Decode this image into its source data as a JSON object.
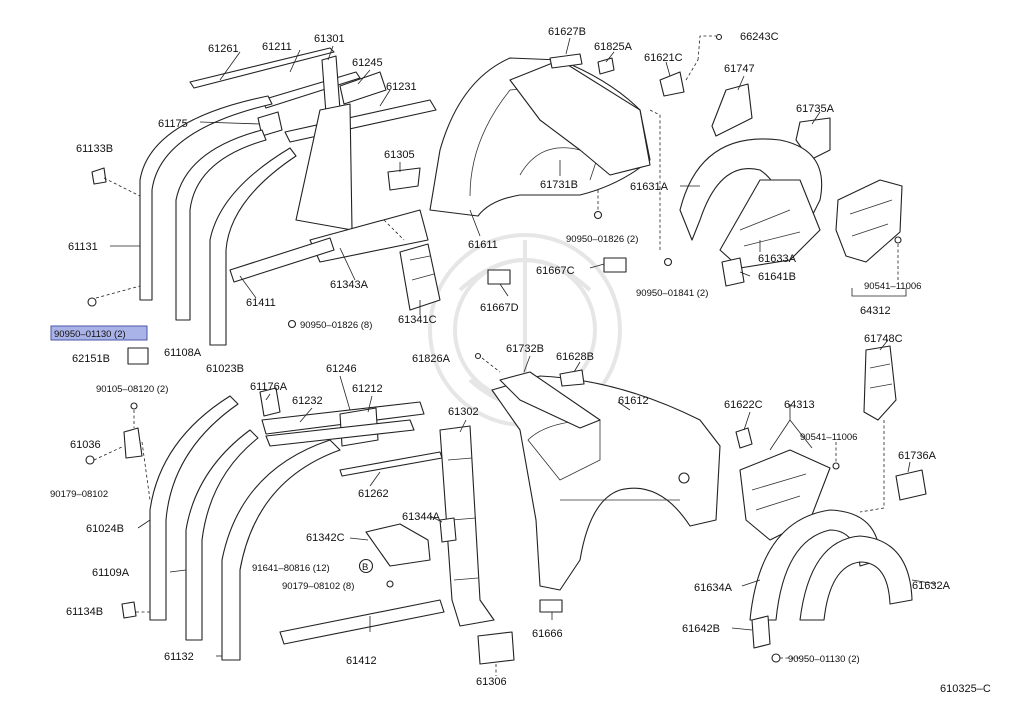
{
  "diagram": {
    "code": "610325–C",
    "highlighted_part": "90950–01130 (2)",
    "labels": [
      {
        "id": "61261",
        "text": "61261"
      },
      {
        "id": "61211",
        "text": "61211"
      },
      {
        "id": "61301",
        "text": "61301"
      },
      {
        "id": "61245",
        "text": "61245"
      },
      {
        "id": "61231",
        "text": "61231"
      },
      {
        "id": "61175",
        "text": "61175"
      },
      {
        "id": "61133B",
        "text": "61133B"
      },
      {
        "id": "61305",
        "text": "61305"
      },
      {
        "id": "61131",
        "text": "61131"
      },
      {
        "id": "61411",
        "text": "61411"
      },
      {
        "id": "61343A",
        "text": "61343A"
      },
      {
        "id": "61341C",
        "text": "61341C"
      },
      {
        "id": "61611",
        "text": "61611"
      },
      {
        "id": "61667D",
        "text": "61667D"
      },
      {
        "id": "90950-01826-8",
        "text": "90950–01826 (8)"
      },
      {
        "id": "90950-01130-2a",
        "text": "90950–01130 (2)"
      },
      {
        "id": "62151B",
        "text": "62151B"
      },
      {
        "id": "61108A",
        "text": "61108A"
      },
      {
        "id": "61023B",
        "text": "61023B"
      },
      {
        "id": "61627B",
        "text": "61627B"
      },
      {
        "id": "61825A",
        "text": "61825A"
      },
      {
        "id": "61621C",
        "text": "61621C"
      },
      {
        "id": "66243C",
        "text": "66243C"
      },
      {
        "id": "61747",
        "text": "61747"
      },
      {
        "id": "61735A",
        "text": "61735A"
      },
      {
        "id": "61731B",
        "text": "61731B"
      },
      {
        "id": "61631A",
        "text": "61631A"
      },
      {
        "id": "90950-01826-2",
        "text": "90950–01826 (2)"
      },
      {
        "id": "61667C",
        "text": "61667C"
      },
      {
        "id": "90950-01841-2",
        "text": "90950–01841 (2)"
      },
      {
        "id": "61633A",
        "text": "61633A"
      },
      {
        "id": "61641B",
        "text": "61641B"
      },
      {
        "id": "90541-11006a",
        "text": "90541–11006"
      },
      {
        "id": "64312",
        "text": "64312"
      },
      {
        "id": "61748C",
        "text": "61748C"
      },
      {
        "id": "61826A",
        "text": "61826A"
      },
      {
        "id": "61732B",
        "text": "61732B"
      },
      {
        "id": "61628B",
        "text": "61628B"
      },
      {
        "id": "90105-08120-2",
        "text": "90105–08120 (2)"
      },
      {
        "id": "61176A",
        "text": "61176A"
      },
      {
        "id": "61246",
        "text": "61246"
      },
      {
        "id": "61232",
        "text": "61232"
      },
      {
        "id": "61212",
        "text": "61212"
      },
      {
        "id": "61302",
        "text": "61302"
      },
      {
        "id": "61612",
        "text": "61612"
      },
      {
        "id": "61622C",
        "text": "61622C"
      },
      {
        "id": "64313",
        "text": "64313"
      },
      {
        "id": "90541-11006b",
        "text": "90541–11006"
      },
      {
        "id": "61736A",
        "text": "61736A"
      },
      {
        "id": "61036",
        "text": "61036"
      },
      {
        "id": "90179-08102",
        "text": "90179–08102"
      },
      {
        "id": "61262",
        "text": "61262"
      },
      {
        "id": "61024B",
        "text": "61024B"
      },
      {
        "id": "61344A",
        "text": "61344A"
      },
      {
        "id": "61342C",
        "text": "61342C"
      },
      {
        "id": "61109A",
        "text": "61109A"
      },
      {
        "id": "91641-80816-12",
        "text": "91641–80816 (12)"
      },
      {
        "id": "B-marker",
        "text": "B"
      },
      {
        "id": "90179-08102-8",
        "text": "90179–08102 (8)"
      },
      {
        "id": "61134B",
        "text": "61134B"
      },
      {
        "id": "61666",
        "text": "61666"
      },
      {
        "id": "61634A",
        "text": "61634A"
      },
      {
        "id": "61632A",
        "text": "61632A"
      },
      {
        "id": "61132",
        "text": "61132"
      },
      {
        "id": "61412",
        "text": "61412"
      },
      {
        "id": "61642B",
        "text": "61642B"
      },
      {
        "id": "90950-01130-2b",
        "text": "90950–01130 (2)"
      },
      {
        "id": "61306",
        "text": "61306"
      }
    ]
  }
}
